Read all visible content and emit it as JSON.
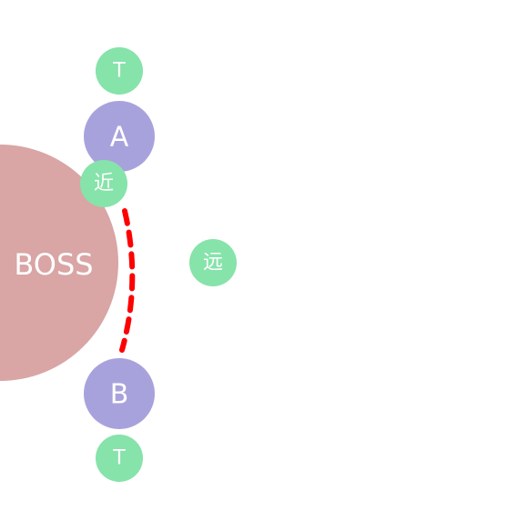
{
  "nodes": {
    "boss": {
      "label": "BOSS",
      "color": "#d9a5a5"
    },
    "player_a": {
      "label": "A",
      "color": "#a8a2dc"
    },
    "player_b": {
      "label": "B",
      "color": "#a8a2dc"
    },
    "tank_top": {
      "label": "T",
      "color": "#86e3aa"
    },
    "tank_bottom": {
      "label": "T",
      "color": "#86e3aa"
    },
    "near": {
      "label": "近",
      "color": "#86e3aa"
    },
    "far": {
      "label": "远",
      "color": "#86e3aa"
    }
  },
  "connectors": {
    "near_arc": {
      "style": "dashed",
      "color": "#ff0000"
    }
  }
}
